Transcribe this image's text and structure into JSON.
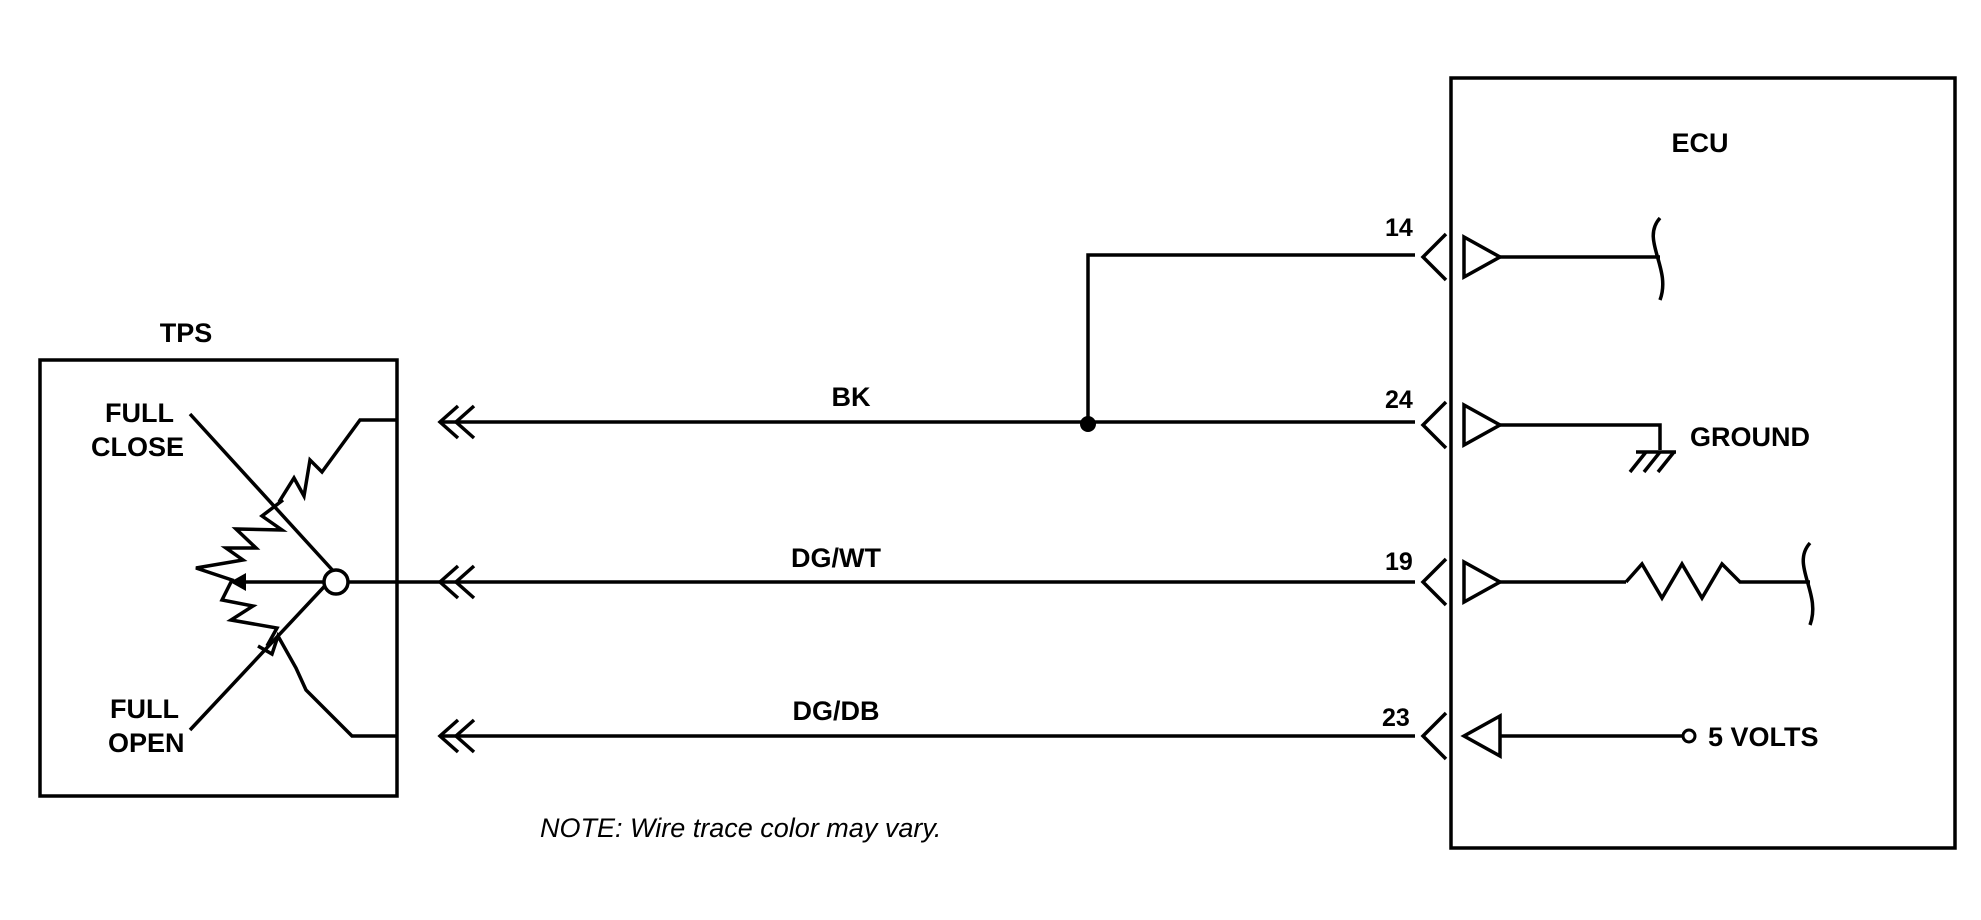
{
  "tps": {
    "label": "TPS",
    "full_close": [
      "FULL",
      "CLOSE"
    ],
    "full_open": [
      "FULL",
      "OPEN"
    ]
  },
  "ecu": {
    "label": "ECU",
    "ground_label": "GROUND",
    "volts_label": "5 VOLTS"
  },
  "wires": [
    {
      "color": "BK",
      "pin": "24"
    },
    {
      "color": "DG/WT",
      "pin": "19"
    },
    {
      "color": "DG/DB",
      "pin": "23"
    }
  ],
  "extra_pin": "14",
  "note": "NOTE: Wire trace color may vary."
}
